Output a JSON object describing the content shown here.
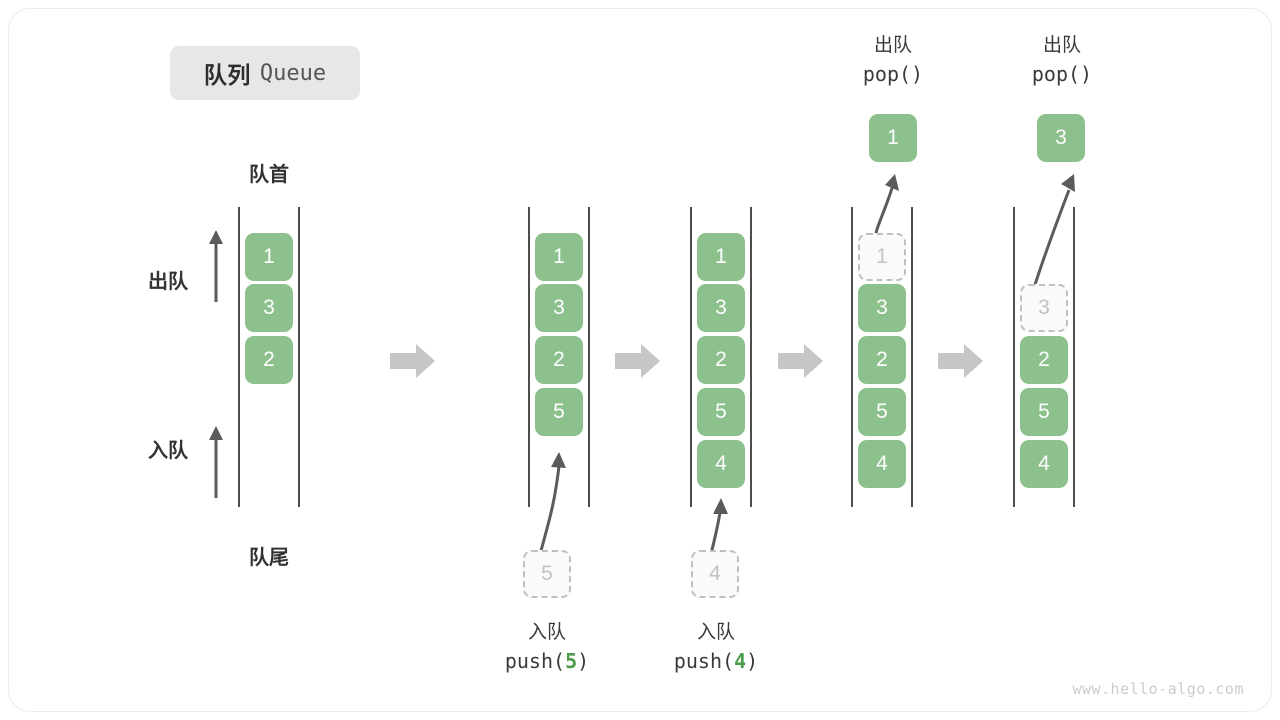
{
  "figure": {
    "title_cn": "队列",
    "title_en": "Queue",
    "watermark": "www.hello-algo.com"
  },
  "annotations": {
    "head_label": "队首",
    "tail_label": "队尾",
    "dequeue_label": "出队",
    "enqueue_label": "入队"
  },
  "operations": {
    "push5": {
      "cn": "入队",
      "fn_open": "push(",
      "arg": "5",
      "fn_close": ")"
    },
    "push4": {
      "cn": "入队",
      "fn_open": "push(",
      "arg": "4",
      "fn_close": ")"
    },
    "pop1": {
      "cn": "出队",
      "code": "pop()"
    },
    "pop2": {
      "cn": "出队",
      "code": "pop()"
    }
  },
  "colors": {
    "element": "#8cc08c",
    "ghost_border": "#bfbfbf",
    "ghost_text": "#c2c2c2",
    "rail": "#4d4d4d",
    "block_arrow": "#c6c6c6",
    "accent_text": "#4b9b4b"
  },
  "chart_data": {
    "type": "diagram",
    "title": "队列 Queue",
    "description": "FIFO queue operations: push and pop shown as five sequential states",
    "states": [
      {
        "index": 0,
        "cells": [
          "1",
          "3",
          "2"
        ],
        "ghost_index": -1,
        "capacity": 5,
        "caption": ""
      },
      {
        "index": 1,
        "cells": [
          "1",
          "3",
          "2",
          "5"
        ],
        "ghost_index": -1,
        "capacity": 5,
        "caption": "入队 push(5)"
      },
      {
        "index": 2,
        "cells": [
          "1",
          "3",
          "2",
          "5",
          "4"
        ],
        "ghost_index": -1,
        "capacity": 5,
        "caption": "入队 push(4)"
      },
      {
        "index": 3,
        "cells": [
          "1",
          "3",
          "2",
          "5",
          "4"
        ],
        "ghost_index": 0,
        "capacity": 5,
        "caption": "出队 pop()"
      },
      {
        "index": 4,
        "cells": [
          "3",
          "2",
          "5",
          "4"
        ],
        "ghost_index": 1,
        "capacity": 5,
        "caption": "出队 pop()"
      }
    ],
    "pushed_values": [
      "5",
      "4"
    ],
    "popped_values": [
      "1",
      "3"
    ]
  },
  "columns": {
    "c0": {
      "values": [
        "1",
        "3",
        "2"
      ]
    },
    "c1": {
      "values": [
        "1",
        "3",
        "2",
        "5"
      ],
      "source": "5"
    },
    "c2": {
      "values": [
        "1",
        "3",
        "2",
        "5",
        "4"
      ],
      "source": "4"
    },
    "c3": {
      "ghost": "1",
      "values": [
        "3",
        "2",
        "5",
        "4"
      ],
      "popped": "1"
    },
    "c4": {
      "ghost": "3",
      "values": [
        "2",
        "5",
        "4"
      ],
      "popped": "3"
    }
  }
}
